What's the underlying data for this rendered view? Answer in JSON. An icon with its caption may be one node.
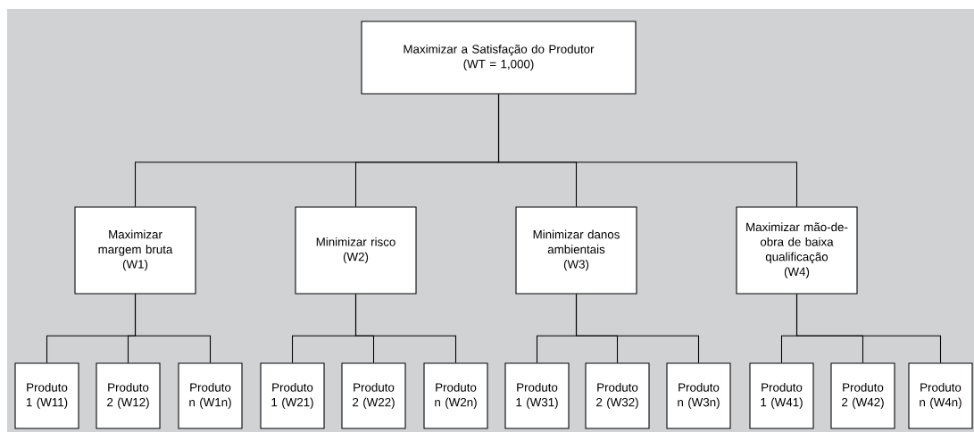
{
  "diagram": {
    "nodes": [
      {
        "text": [
          "Maximizar a Satisfação do Produtor",
          "(WT = 1,000)"
        ]
      },
      {
        "text": [
          "Maximizar margem bruta",
          "(W1)"
        ]
      },
      {
        "text": [
          "Minimizar risco",
          "(W2)"
        ]
      },
      {
        "text": [
          "Minimizar danos ambientais",
          "(W3)"
        ]
      },
      {
        "text": [
          "Maximizar mão-de-obra de baixa qualificação",
          "(W4)"
        ]
      },
      {
        "text": [
          "Produto 1 (W11)"
        ]
      },
      {
        "text": [
          "Produto 2 (W12)"
        ]
      },
      {
        "text": [
          "Produto n (W1n)"
        ]
      },
      {
        "text": [
          "Produto 1 (W21)"
        ]
      },
      {
        "text": [
          "Produto 2 (W22)"
        ]
      },
      {
        "text": [
          "Produto n (W2n)"
        ]
      },
      {
        "text": [
          "Produto 1 (W31)"
        ]
      },
      {
        "text": [
          "Produto 2 (W32)"
        ]
      },
      {
        "text": [
          "Produto n (W3n)"
        ]
      },
      {
        "text": [
          "Produto 1 (W41)"
        ]
      },
      {
        "text": [
          "Produto 2 (W42)"
        ]
      },
      {
        "text": [
          "Produto n (W4n)"
        ]
      }
    ],
    "edges": [
      {
        "from": 0,
        "to": 1,
        "arrow": "none"
      },
      {
        "from": 0,
        "to": 2,
        "arrow": "none"
      },
      {
        "from": 0,
        "to": 3,
        "arrow": "none"
      },
      {
        "from": 0,
        "to": 4,
        "arrow": "none"
      },
      {
        "from": 1,
        "to": 5,
        "arrow": "none"
      },
      {
        "from": 1,
        "to": 6,
        "arrow": "none"
      },
      {
        "from": 1,
        "to": 7,
        "arrow": "none"
      },
      {
        "from": 2,
        "to": 8,
        "arrow": "none"
      },
      {
        "from": 2,
        "to": 9,
        "arrow": "none"
      },
      {
        "from": 2,
        "to": 10,
        "arrow": "none"
      },
      {
        "from": 3,
        "to": 11,
        "arrow": "none"
      },
      {
        "from": 3,
        "to": 12,
        "arrow": "none"
      },
      {
        "from": 3,
        "to": 13,
        "arrow": "none"
      },
      {
        "from": 4,
        "to": 14,
        "arrow": "none"
      },
      {
        "from": 4,
        "to": 15,
        "arrow": "none"
      },
      {
        "from": 4,
        "to": 16,
        "arrow": "none"
      }
    ]
  }
}
